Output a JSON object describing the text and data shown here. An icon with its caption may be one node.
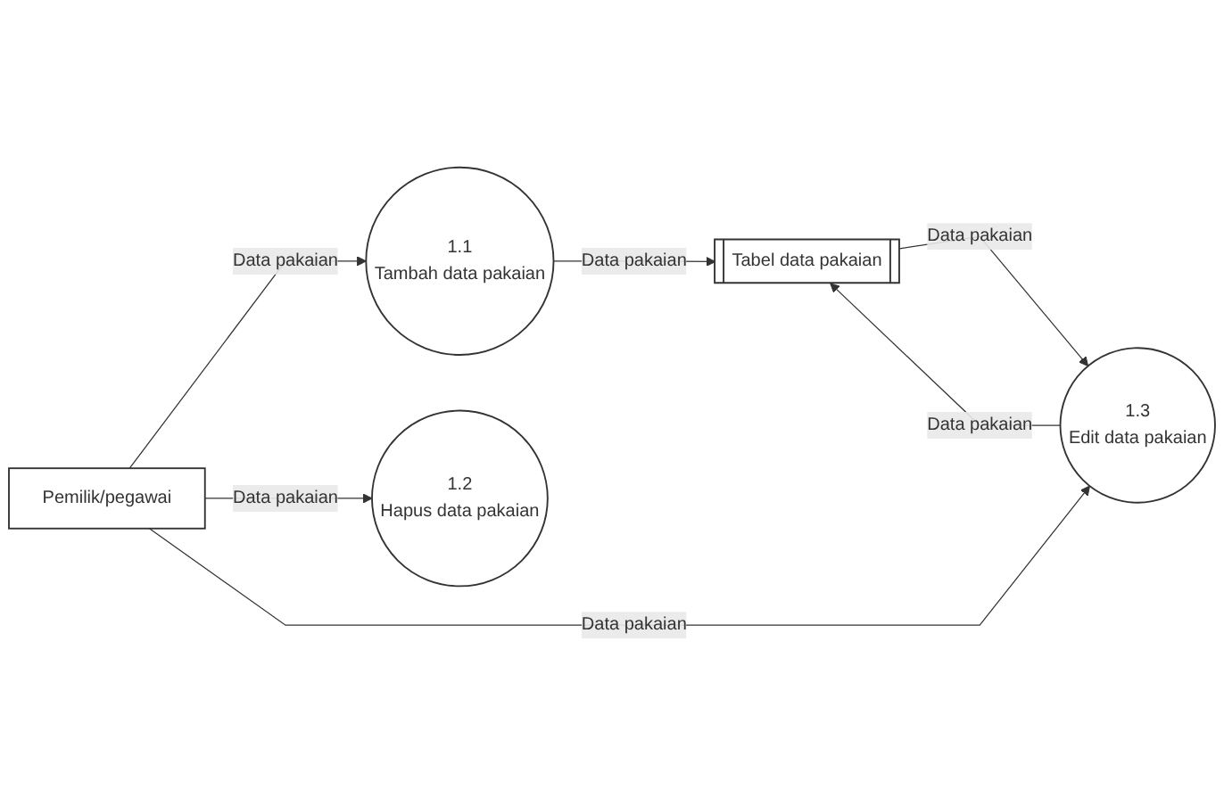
{
  "diagram": {
    "nodes": [
      {
        "text": [
          "Pemilik/pegawai"
        ]
      },
      {
        "text": [
          "1.1",
          "Tambah data pakaian"
        ]
      },
      {
        "text": [
          "1.2",
          "Hapus data pakaian"
        ]
      },
      {
        "text": [
          "Tabel data pakaian"
        ]
      },
      {
        "text": [
          "1.3",
          "Edit data pakaian"
        ]
      }
    ],
    "edges": [
      {
        "from": 0,
        "to": 1,
        "label": "Data pakaian",
        "arrow": "to"
      },
      {
        "from": 1,
        "to": 3,
        "label": "Data pakaian",
        "arrow": "to"
      },
      {
        "from": 0,
        "to": 2,
        "label": "Data pakaian",
        "arrow": "to"
      },
      {
        "from": 3,
        "to": 4,
        "label": "Data pakaian",
        "arrow": "to"
      },
      {
        "from": 0,
        "to": 4,
        "label": "Data pakaian",
        "arrow": "to"
      },
      {
        "from": 4,
        "to": 3,
        "label": "Data pakaian",
        "arrow": "to"
      }
    ]
  }
}
